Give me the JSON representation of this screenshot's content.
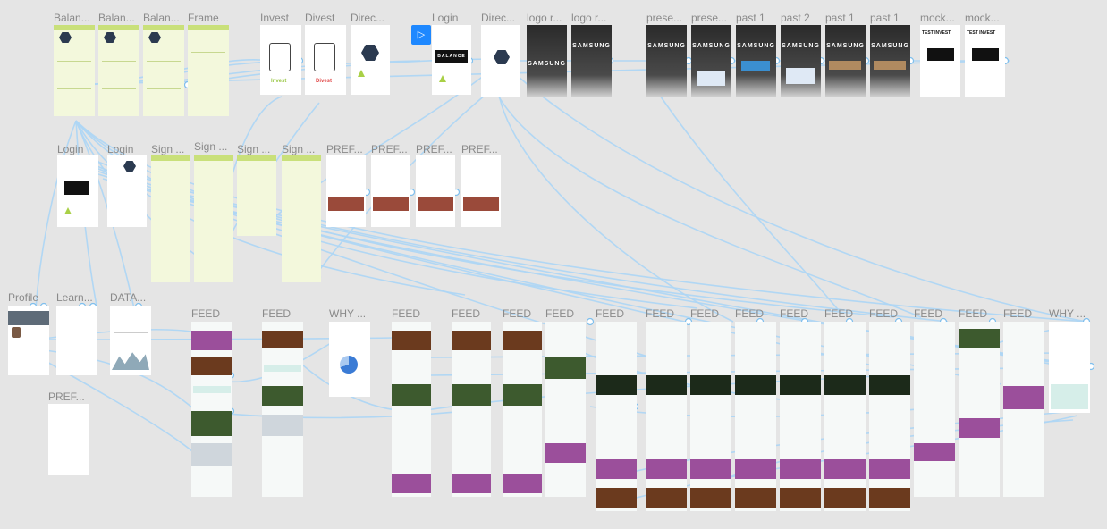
{
  "canvas": {
    "background": "#e5e5e5",
    "wire_color": "#aed6f4",
    "guide_color": "#f07070"
  },
  "toolbar": {
    "present_icon": "play-icon",
    "present_glyph": "▷"
  },
  "frames": {
    "balance_1": "Balan...",
    "balance_2": "Balan...",
    "balance_3": "Balan...",
    "frame": "Frame",
    "invest": "Invest",
    "divest": "Divest",
    "direc_1": "Direc...",
    "login_top": "Login",
    "direc_2": "Direc...",
    "logo_r_1": "logo r...",
    "logo_r_2": "logo r...",
    "prese_1": "prese...",
    "prese_2": "prese...",
    "past_1a": "past 1",
    "past_2": "past 2",
    "past_1b": "past 1",
    "past_1c": "past 1",
    "mock_1": "mock...",
    "mock_2": "mock...",
    "login_a": "Login",
    "login_b": "Login",
    "sign_1": "Sign ...",
    "sign_2": "Sign ...",
    "sign_3": "Sign ...",
    "sign_4": "Sign ...",
    "pref_1": "PREF...",
    "pref_2": "PREF...",
    "pref_3": "PREF...",
    "pref_4": "PREF...",
    "profile": "Profile",
    "learn": "Learn...",
    "data": "DATA...",
    "pref_5": "PREF...",
    "feed_1": "FEED",
    "feed_2": "FEED",
    "why_1": "WHY ...",
    "feed_3": "FEED",
    "feed_4": "FEED",
    "feed_5": "FEED",
    "feed_6": "FEED",
    "feed_7": "FEED",
    "feed_8": "FEED",
    "feed_9": "FEED",
    "feed_10": "FEED",
    "feed_11": "FEED",
    "feed_12": "FEED",
    "feed_13": "FEED",
    "feed_14": "FEED",
    "feed_15": "FEED",
    "feed_16": "FEED",
    "why_2": "WHY ..."
  },
  "content": {
    "brand": "SAMSUNG",
    "balance": "BALANCE",
    "test_invest": "TEST INVEST",
    "invest_word": "Invest",
    "divest_word": "Divest"
  }
}
